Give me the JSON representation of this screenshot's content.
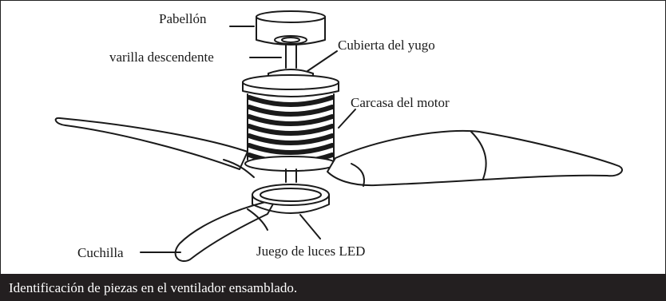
{
  "labels": {
    "canopy": "Pabellón",
    "downrod": "varilla descendente",
    "yoke_cover": "Cubierta del yugo",
    "motor_housing": "Carcasa del motor",
    "blade": "Cuchilla",
    "led_kit": "Juego de luces LED"
  },
  "caption": "Identificación de piezas en el ventilador ensamblado.",
  "colors": {
    "line": "#1a1a1a",
    "caption_bg": "#231f20",
    "caption_text": "#ffffff",
    "background": "#ffffff"
  }
}
